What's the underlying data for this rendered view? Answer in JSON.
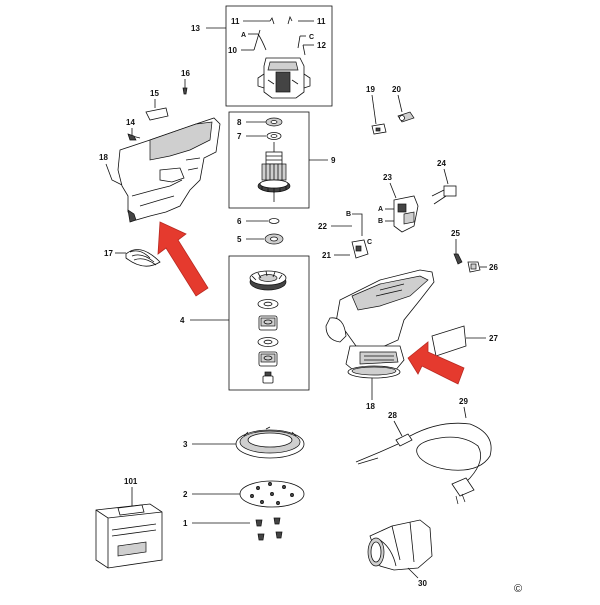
{
  "diagram": {
    "labels": {
      "p1": "1",
      "p2": "2",
      "p3": "3",
      "p4": "4",
      "p5": "5",
      "p6": "6",
      "p7": "7",
      "p8": "8",
      "p9": "9",
      "p10": "10",
      "p11a": "11",
      "p11b": "11",
      "p12": "12",
      "p13": "13",
      "p14": "14",
      "p15": "15",
      "p16": "16",
      "p17": "17",
      "p18a": "18",
      "p18b": "18",
      "p19": "19",
      "p20": "20",
      "p21": "21",
      "p22": "22",
      "p23": "23",
      "p24": "24",
      "p25": "25",
      "p26": "26",
      "p27": "27",
      "p28": "28",
      "p29": "29",
      "p30": "30",
      "p101": "101"
    },
    "sublabels": {
      "motor_a": "A",
      "motor_c": "C",
      "sw_a": "A",
      "sw_b": "B",
      "wire_b": "B",
      "wire_c": "C"
    },
    "copyright": "©"
  }
}
